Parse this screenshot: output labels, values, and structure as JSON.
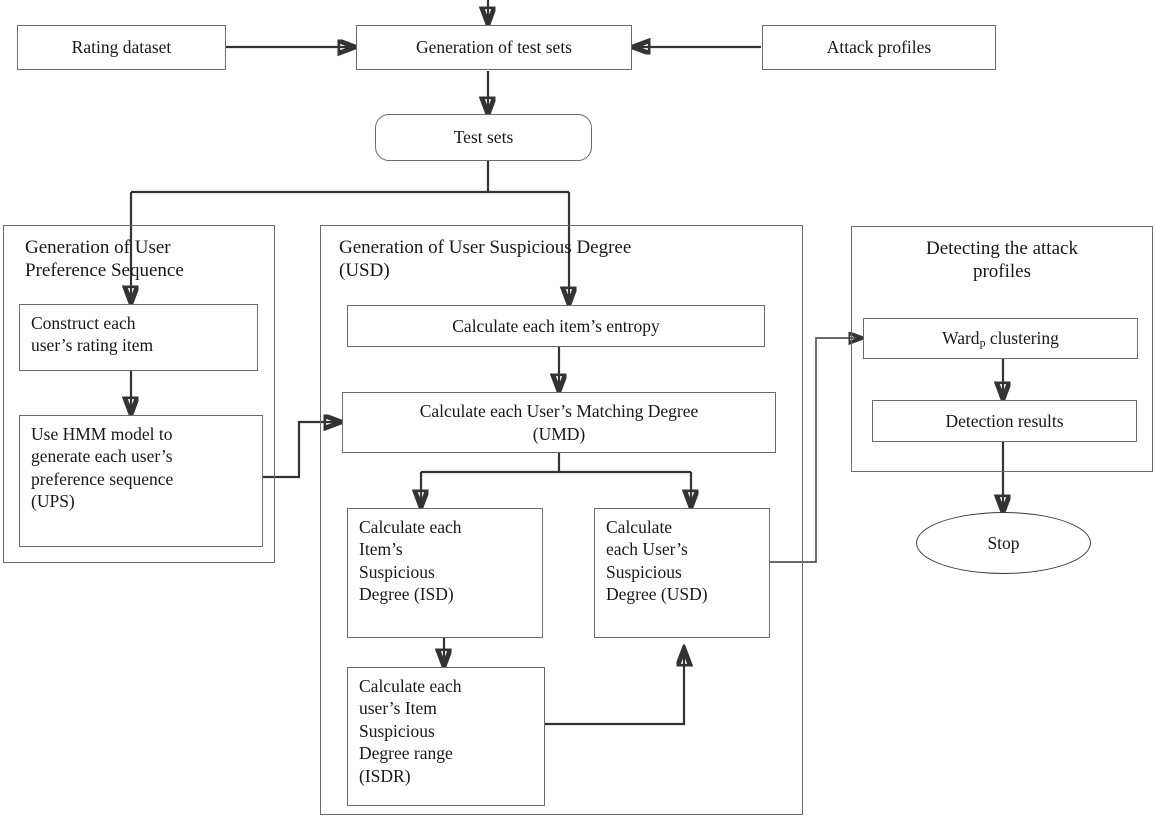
{
  "diagram": {
    "title": "Attack profile detection flowchart",
    "type": "flowchart",
    "stroke_color": "#6b6b6b",
    "line_color": "#333333",
    "background": "#ffffff"
  },
  "nodes": {
    "rating_dataset": "Rating dataset",
    "generation_test_sets": "Generation of test sets",
    "attack_profiles": "Attack profiles",
    "test_sets": "Test sets",
    "panel_ups_title_line1": "Generation of User",
    "panel_ups_title_line2": "Preference Sequence",
    "construct_rating_item_line1": "Construct each",
    "construct_rating_item_line2": "user’s rating item",
    "hmm_line1": "Use HMM model to",
    "hmm_line2": "generate each user’s",
    "hmm_line3": "preference sequence",
    "hmm_line4": "(UPS)",
    "panel_usd_title_line1": "Generation of User Suspicious Degree",
    "panel_usd_title_line2": "(USD)",
    "item_entropy": "Calculate each item’s entropy",
    "umd_line1": "Calculate each User’s Matching Degree",
    "umd_line2": "(UMD)",
    "isd_line1": "Calculate      each",
    "isd_line2": "Item’s",
    "isd_line3": "Suspicious",
    "isd_line4": "Degree (ISD)",
    "usd_line1": "Calculate",
    "usd_line2": "each User’s",
    "usd_line3": "Suspicious",
    "usd_line4": "Degree (USD)",
    "isdr_line1": "Calculate each",
    "isdr_line2": "user’s Item",
    "isdr_line3": "Suspicious",
    "isdr_line4": "Degree range",
    "isdr_line5": "(ISDR)",
    "panel_detect_title_line1": "Detecting the attack",
    "panel_detect_title_line2": "profiles",
    "ward_clustering_pre": "Ward",
    "ward_clustering_sub": "p",
    "ward_clustering_post": " clustering",
    "detection_results": "Detection results",
    "stop": "Stop"
  },
  "edges": [
    {
      "from": "top-inflow",
      "to": "generation_test_sets",
      "label": ""
    },
    {
      "from": "rating_dataset",
      "to": "generation_test_sets",
      "label": ""
    },
    {
      "from": "attack_profiles",
      "to": "generation_test_sets",
      "label": ""
    },
    {
      "from": "generation_test_sets",
      "to": "test_sets",
      "label": ""
    },
    {
      "from": "test_sets",
      "to": "construct_rating_item",
      "label": ""
    },
    {
      "from": "test_sets",
      "to": "item_entropy",
      "label": ""
    },
    {
      "from": "construct_rating_item",
      "to": "hmm_ups",
      "label": ""
    },
    {
      "from": "hmm_ups",
      "to": "umd",
      "label": ""
    },
    {
      "from": "item_entropy",
      "to": "umd",
      "label": ""
    },
    {
      "from": "umd",
      "to": "isd",
      "label": ""
    },
    {
      "from": "umd",
      "to": "usd",
      "label": ""
    },
    {
      "from": "isd",
      "to": "isdr",
      "label": ""
    },
    {
      "from": "isdr",
      "to": "usd",
      "label": ""
    },
    {
      "from": "usd",
      "to": "ward_clustering",
      "label": ""
    },
    {
      "from": "ward_clustering",
      "to": "detection_results",
      "label": ""
    },
    {
      "from": "detection_results",
      "to": "stop",
      "label": ""
    }
  ]
}
